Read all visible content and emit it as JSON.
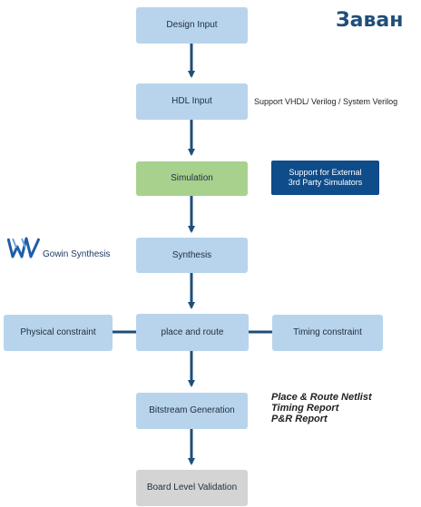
{
  "header": {
    "title": "Заван"
  },
  "flow": {
    "design_input": "Design Input",
    "hdl_input": "HDL Input",
    "simulation": "Simulation",
    "synthesis": "Synthesis",
    "place_route": "place and route",
    "bitstream": "Bitstream Generation",
    "board_validation": "Board Level Validation"
  },
  "side": {
    "hdl_support": "Support VHDL/ Verilog / System Verilog",
    "external_sim_line1": "Support for External",
    "external_sim_line2": "3rd Party Simulators",
    "gowin_synthesis": "Gowin Synthesis",
    "physical_constraint": "Physical constraint",
    "timing_constraint": "Timing constraint"
  },
  "outputs": {
    "line1": "Place & Route Netlist",
    "line2": "Timing Report",
    "line3": "P&R Report"
  },
  "colors": {
    "flow_box": "#b8d4ec",
    "simulation_box": "#a9d18e",
    "validation_box": "#d4d4d4",
    "external_box": "#0f4c8a",
    "arrow": "#1f4e79",
    "heading": "#1f4e79"
  },
  "logo": {
    "icon": "gowin-logo-icon"
  }
}
